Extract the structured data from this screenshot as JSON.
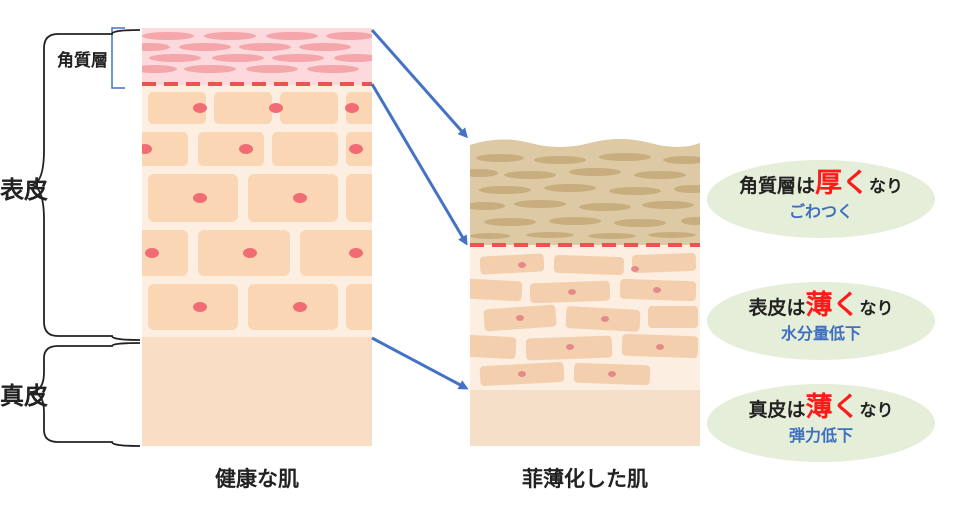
{
  "labels": {
    "stratum_corneum": "角質層",
    "epidermis": "表皮",
    "dermis": "真皮"
  },
  "captions": {
    "healthy": "健康な肌",
    "thinned": "菲薄化した肌"
  },
  "notes": [
    {
      "part": "角質層は",
      "emph": "厚く",
      "suffix": "なり",
      "effect": "ごわつく"
    },
    {
      "part": "表皮は",
      "emph": "薄く",
      "suffix": "なり",
      "effect": "水分量低下"
    },
    {
      "part": "真皮は",
      "emph": "薄く",
      "suffix": "なり",
      "effect": "弾力低下"
    }
  ],
  "colors": {
    "emphasis": "#ff1a1a",
    "effect": "#3f6fc0",
    "arrow": "#4472c4",
    "boundary": "#e8554e"
  }
}
